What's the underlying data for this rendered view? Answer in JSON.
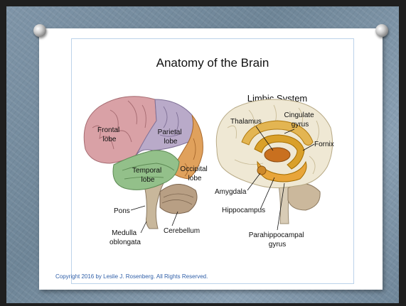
{
  "title": "Anatomy of the Brain",
  "left_labels": {
    "frontal": [
      "Frontal",
      "lobe"
    ],
    "parietal": [
      "Parietal",
      "lobe"
    ],
    "temporal": [
      "Temporal",
      "lobe"
    ],
    "occipital": [
      "Occipital",
      "lobe"
    ],
    "pons": "Pons",
    "medulla": [
      "Medulla",
      "oblongata"
    ],
    "cerebellum": "Cerebellum"
  },
  "right_heading": "Limbic System",
  "right_labels": {
    "thalamus": "Thalamus",
    "cingulate": [
      "Cingulate",
      "gyrus"
    ],
    "fornix": "Fornix",
    "amygdala": "Amygdala",
    "hippocampus": "Hippocampus",
    "parahippocampal": [
      "Parahippocampal",
      "gyrus"
    ]
  },
  "copyright": "Copyright 2016 by Leslie J. Rosenberg. All Rights Reserved.",
  "colors": {
    "frontal": "#d9a1a6",
    "parietal": "#b9aac9",
    "temporal": "#93c08a",
    "occipital": "#e0a15c",
    "brainstem": "#c8b79b",
    "cerebellum": "#b89f84",
    "limbic_brain": "#efe8d4",
    "limbic_core": "#e0a020"
  }
}
